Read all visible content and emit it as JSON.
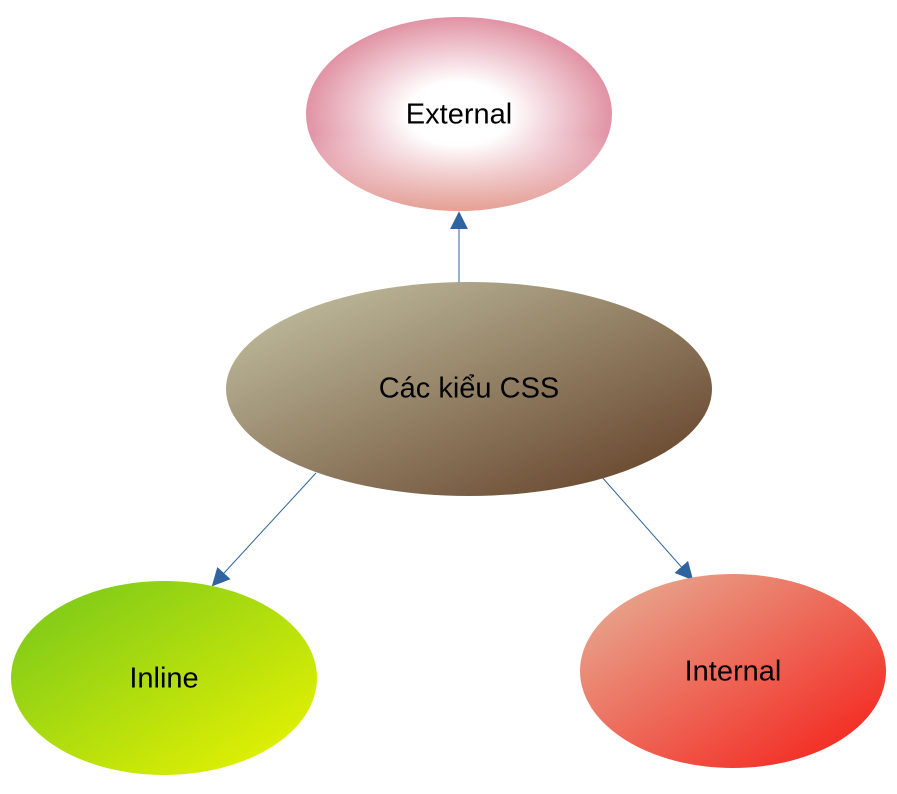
{
  "diagram": {
    "center": {
      "label": "Các kiểu CSS"
    },
    "external": {
      "label": "External"
    },
    "inline": {
      "label": "Inline"
    },
    "internal": {
      "label": "Internal"
    },
    "colors": {
      "connector": "#2f64a0",
      "center_light": "#c8c7a8",
      "center_dark": "#5e3a22",
      "external_edge": "#dc8296",
      "external_bottom": "#e6a48e",
      "inline_left": "#72c61c",
      "inline_right": "#eef500",
      "internal_top": "#e6b49a",
      "internal_bottom": "#f51a14"
    }
  }
}
